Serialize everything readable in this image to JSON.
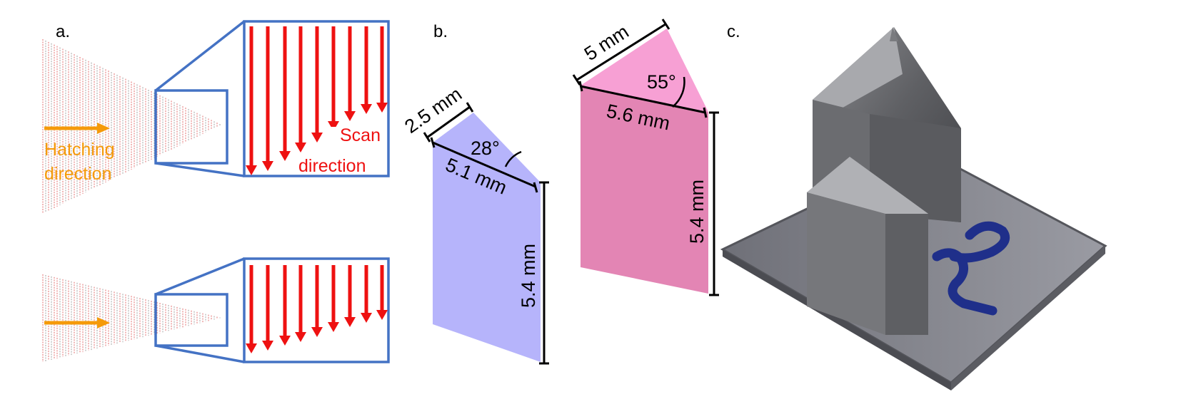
{
  "panel_a": {
    "label": "a.",
    "hatching_text_line1": "Hatching",
    "hatching_text_line2": "direction",
    "scan_text_line1": "Scan",
    "scan_text_line2": "direction",
    "colors": {
      "hatch_arrow": "#f59a0a",
      "scan_arrow": "#ee1111",
      "frame": "#4472c4",
      "hatch_lines": "#e05050"
    }
  },
  "panel_b": {
    "label": "b.",
    "left_part": {
      "color": "#b6b4fb",
      "top_edge": "2.5 mm",
      "diagonal": "5.1 mm",
      "angle": "28°",
      "height": "5.4 mm"
    },
    "right_part": {
      "top_color": "#f7a0d4",
      "body_color": "#e385b4",
      "top_edge": "5 mm",
      "diagonal": "5.6 mm",
      "angle": "55°",
      "height": "5.4 mm"
    }
  },
  "panel_c": {
    "label": "c.",
    "image_desc": "photo-of-printed-part"
  }
}
